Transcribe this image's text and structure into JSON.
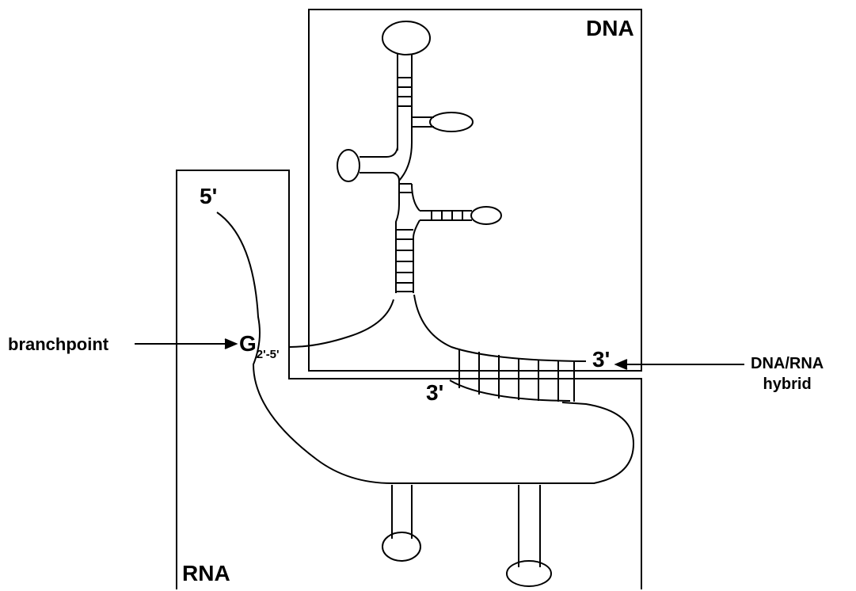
{
  "labels": {
    "dna": "DNA",
    "rna": "RNA",
    "five_prime": "5'",
    "three_prime_dna": "3'",
    "three_prime_rna": "3'",
    "branchpoint": "branchpoint",
    "g": "G",
    "g_subscript": "2'-5'",
    "hybrid_line1": "DNA/RNA",
    "hybrid_line2": "hybrid"
  },
  "colors": {
    "line": "#000000",
    "background": "#ffffff"
  }
}
